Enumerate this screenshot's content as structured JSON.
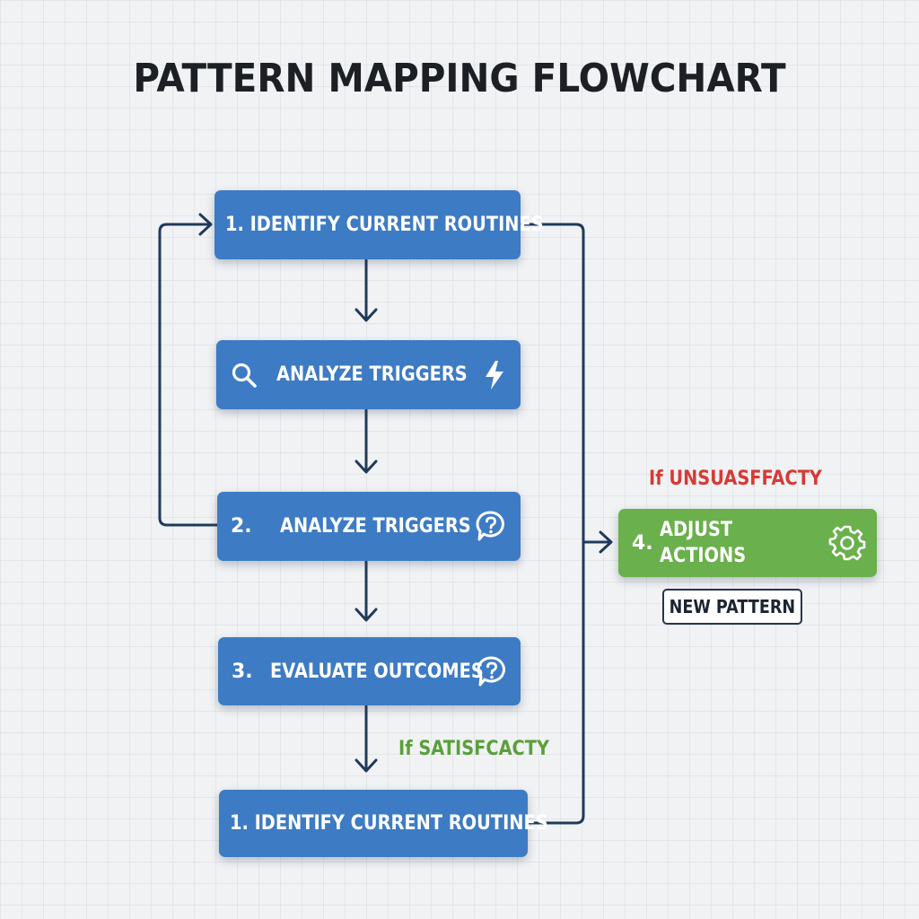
{
  "title": "PATTERN MAPPING FLOWCHART",
  "colors": {
    "step_blue": "#3d7bc4",
    "adjust_green": "#6ab04c",
    "connector": "#1f3a5a",
    "unsatisfactory_red": "#d83a34",
    "satisfactory_green": "#5aa03a"
  },
  "nodes": {
    "identify_top": {
      "label": "1. IDENTIFY CURRENT ROUTINES"
    },
    "analyze_triggers_search": {
      "label": "ANALYZE TRIGGERS",
      "icons": [
        "search-icon",
        "lightning-icon"
      ]
    },
    "analyze_triggers": {
      "number": "2.",
      "label": "ANALYZE TRIGGERS",
      "icon": "question-bubble-icon"
    },
    "evaluate_outcomes": {
      "number": "3.",
      "label": "EVALUATE OUTCOMES",
      "icon": "question-bubble-icon"
    },
    "identify_bottom": {
      "label": "1. IDENTIFY CURRENT ROUTINES"
    },
    "adjust_actions": {
      "number": "4.",
      "label_line1": "ADJUST",
      "label_line2": "ACTIONS",
      "icon": "gear-icon"
    }
  },
  "conditions": {
    "unsatisfactory": "If UNSUASFFACTY",
    "satisfactory": "If SATISFCACTY"
  },
  "new_pattern_tag": "NEW PATTERN"
}
